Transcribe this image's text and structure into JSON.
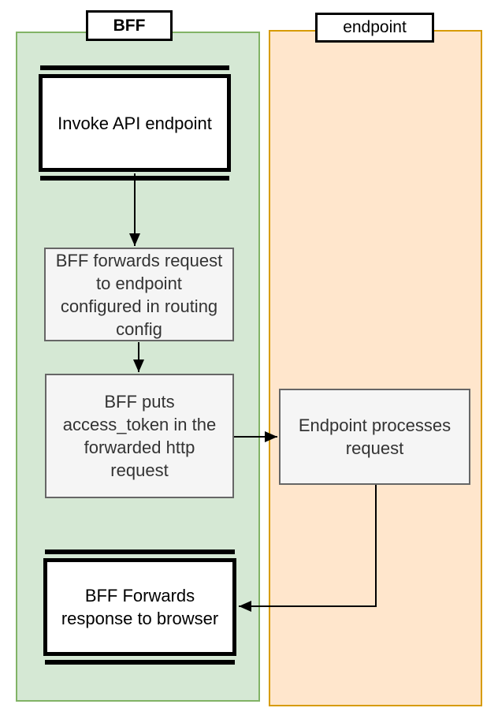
{
  "lanes": [
    {
      "label": "BFF",
      "fill": "#d5e8d4",
      "stroke": "#82b366",
      "title_bold": true
    },
    {
      "label": "endpoint",
      "fill": "#ffe6cc",
      "stroke": "#d79b00",
      "title_bold": false
    }
  ],
  "nodes": [
    {
      "id": "invoke-api-endpoint",
      "shape": "terminal",
      "lane": "BFF",
      "label": "Invoke API endpoint"
    },
    {
      "id": "bff-forwards-request",
      "shape": "step",
      "lane": "BFF",
      "label": "BFF forwards request\nto endpoint\nconfigured in routing\nconfig"
    },
    {
      "id": "bff-puts-access-token",
      "shape": "step",
      "lane": "BFF",
      "label": "BFF puts\naccess_token in the\nforwarded http\nrequest"
    },
    {
      "id": "endpoint-processes-request",
      "shape": "step",
      "lane": "endpoint",
      "label": "Endpoint processes\nrequest"
    },
    {
      "id": "bff-forwards-response",
      "shape": "terminal",
      "lane": "BFF",
      "label": "BFF Forwards\nresponse to browser"
    }
  ],
  "connectors": [
    {
      "from": "invoke-api-endpoint",
      "to": "bff-forwards-request",
      "direction": "down"
    },
    {
      "from": "bff-forwards-request",
      "to": "bff-puts-access-token",
      "direction": "down"
    },
    {
      "from": "bff-puts-access-token",
      "to": "endpoint-processes-request",
      "direction": "right"
    },
    {
      "from": "endpoint-processes-request",
      "to": "bff-forwards-response",
      "direction": "down-left"
    }
  ],
  "colors": {
    "canvas_background": "#ffffff",
    "lane_bff_fill": "#d5e8d4",
    "lane_bff_stroke": "#82b366",
    "lane_endpoint_fill": "#ffe6cc",
    "lane_endpoint_stroke": "#d79b00",
    "step_fill": "#f5f5f5",
    "step_stroke": "#666666",
    "terminal_fill": "#ffffff",
    "terminal_stroke": "#000000",
    "connector": "#000000"
  }
}
